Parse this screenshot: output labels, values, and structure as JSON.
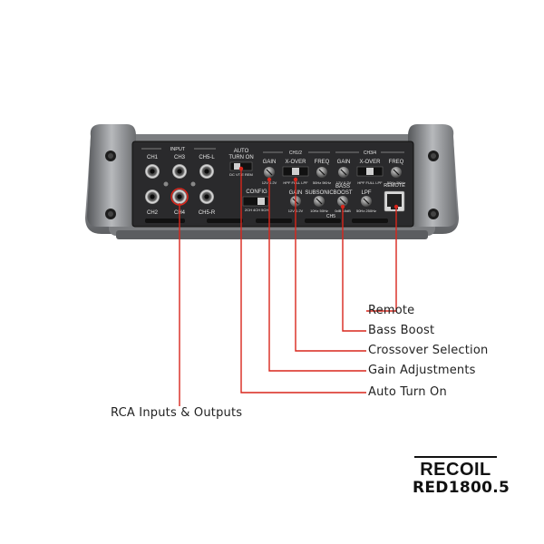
{
  "panel": {
    "input_header": "INPUT",
    "jacks": [
      "CH1",
      "CH3",
      "CH5-L",
      "CH2",
      "CH4",
      "CH5-R"
    ],
    "auto_turn_on": {
      "title_line1": "AUTO",
      "title_line2": "TURN ON",
      "options": "DC VT-E REM"
    },
    "config": {
      "title": "CONFIG",
      "options": "2CH 4CH 5CH"
    },
    "ch12": {
      "header": "CH1/2",
      "gain": "GAIN",
      "gain_range": "12V  0.2V",
      "xover": "X-OVER",
      "xover_options": "HPF  FULL  LPF",
      "freq": "FREQ",
      "freq_range": "50Hz 5KHz"
    },
    "ch34": {
      "header": "CH3/4",
      "gain": "GAIN",
      "gain_range": "12V  0.2V",
      "xover": "X-OVER",
      "xover_options": "HPF  FULL  LPF",
      "freq": "FREQ",
      "freq_range": "50Hz 5KHz"
    },
    "ch5": {
      "header": "CH5",
      "gain": "GAIN",
      "gain_range": "12V  0.2V",
      "subsonic": "SUBSONIC",
      "subsonic_range": "10Hz  50Hz",
      "bass_boost_line1": "BASS",
      "bass_boost_line2": "BOOST",
      "bass_boost_range": "0dB  18dB",
      "lpf": "LPF",
      "lpf_range": "50Hz  250Hz"
    },
    "remote": "REMOTE"
  },
  "callouts": {
    "remote": "Remote",
    "bass_boost": "Bass Boost",
    "crossover": "Crossover Selection",
    "gain": "Gain Adjustments",
    "auto_turn_on": "Auto Turn On",
    "rca": "RCA Inputs & Outputs"
  },
  "brand": {
    "logo": "RECOIL",
    "model": "RED1800.5"
  },
  "colors": {
    "leader_line": "#d9261c",
    "panel": "#2a2a2c",
    "chassis": "#8b8d90"
  }
}
